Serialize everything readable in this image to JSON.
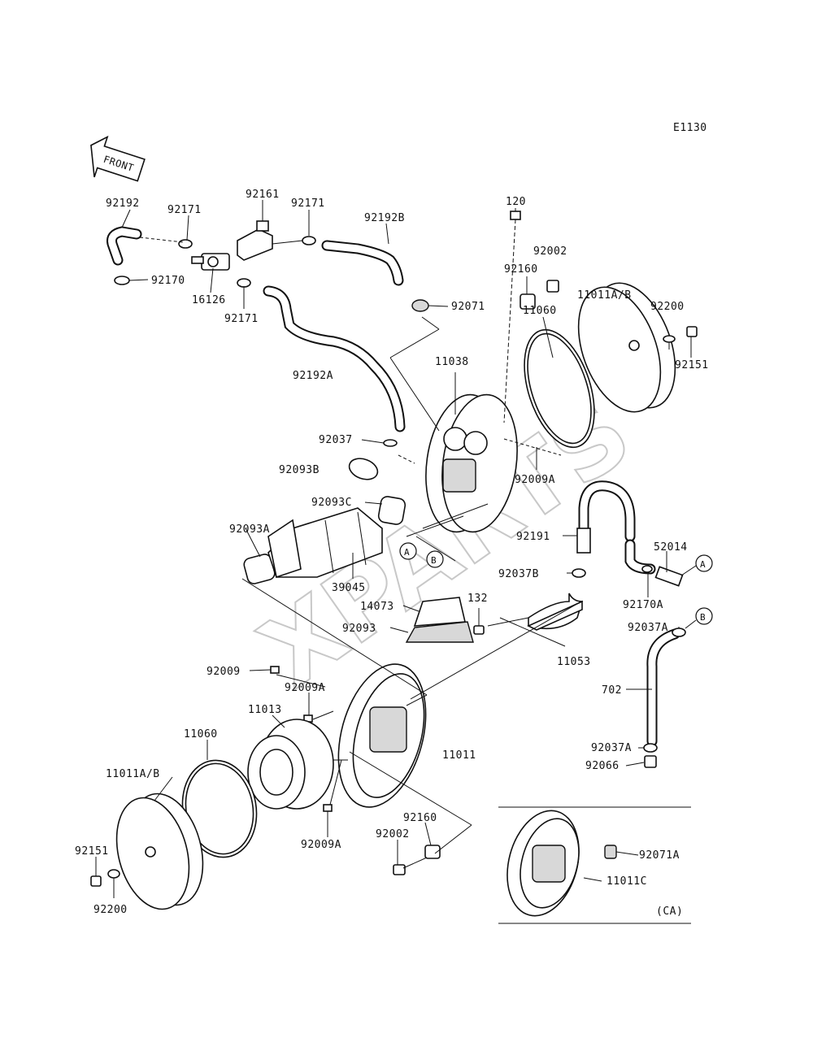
{
  "diagram_code": "E1130",
  "front_label": "FRONT",
  "watermark": "XPARTS",
  "variant_label": "(CA)",
  "callouts": [
    "A",
    "B"
  ],
  "labels": [
    {
      "id": "l1",
      "text": "92192"
    },
    {
      "id": "l2",
      "text": "92171"
    },
    {
      "id": "l3",
      "text": "92161"
    },
    {
      "id": "l4",
      "text": "92171"
    },
    {
      "id": "l5",
      "text": "92192B"
    },
    {
      "id": "l6",
      "text": "120"
    },
    {
      "id": "l7",
      "text": "92002"
    },
    {
      "id": "l8",
      "text": "92170"
    },
    {
      "id": "l9",
      "text": "16126"
    },
    {
      "id": "l10",
      "text": "92171"
    },
    {
      "id": "l11",
      "text": "92071"
    },
    {
      "id": "l12",
      "text": "92160"
    },
    {
      "id": "l13",
      "text": "11011A/B"
    },
    {
      "id": "l14",
      "text": "92200"
    },
    {
      "id": "l15",
      "text": "11060"
    },
    {
      "id": "l16",
      "text": "92151"
    },
    {
      "id": "l17",
      "text": "92192A"
    },
    {
      "id": "l18",
      "text": "11038"
    },
    {
      "id": "l19",
      "text": "92037"
    },
    {
      "id": "l20",
      "text": "92093B"
    },
    {
      "id": "l21",
      "text": "92009A"
    },
    {
      "id": "l22",
      "text": "92093C"
    },
    {
      "id": "l23",
      "text": "92093A"
    },
    {
      "id": "l24",
      "text": "92191"
    },
    {
      "id": "l25",
      "text": "52014"
    },
    {
      "id": "l26",
      "text": "92037B"
    },
    {
      "id": "l27",
      "text": "39045"
    },
    {
      "id": "l28",
      "text": "92170A"
    },
    {
      "id": "l29",
      "text": "14073"
    },
    {
      "id": "l30",
      "text": "132"
    },
    {
      "id": "l31",
      "text": "92093"
    },
    {
      "id": "l32",
      "text": "92037A"
    },
    {
      "id": "l33",
      "text": "11053"
    },
    {
      "id": "l34",
      "text": "92009"
    },
    {
      "id": "l35",
      "text": "92009A"
    },
    {
      "id": "l36",
      "text": "702"
    },
    {
      "id": "l37",
      "text": "11013"
    },
    {
      "id": "l38",
      "text": "11060"
    },
    {
      "id": "l39",
      "text": "11011"
    },
    {
      "id": "l40",
      "text": "92037A"
    },
    {
      "id": "l41",
      "text": "92066"
    },
    {
      "id": "l42",
      "text": "11011A/B"
    },
    {
      "id": "l43",
      "text": "92160"
    },
    {
      "id": "l44",
      "text": "92002"
    },
    {
      "id": "l45",
      "text": "92071A"
    },
    {
      "id": "l46",
      "text": "92151"
    },
    {
      "id": "l47",
      "text": "92009A"
    },
    {
      "id": "l48",
      "text": "11011C"
    },
    {
      "id": "l49",
      "text": "92200"
    }
  ]
}
